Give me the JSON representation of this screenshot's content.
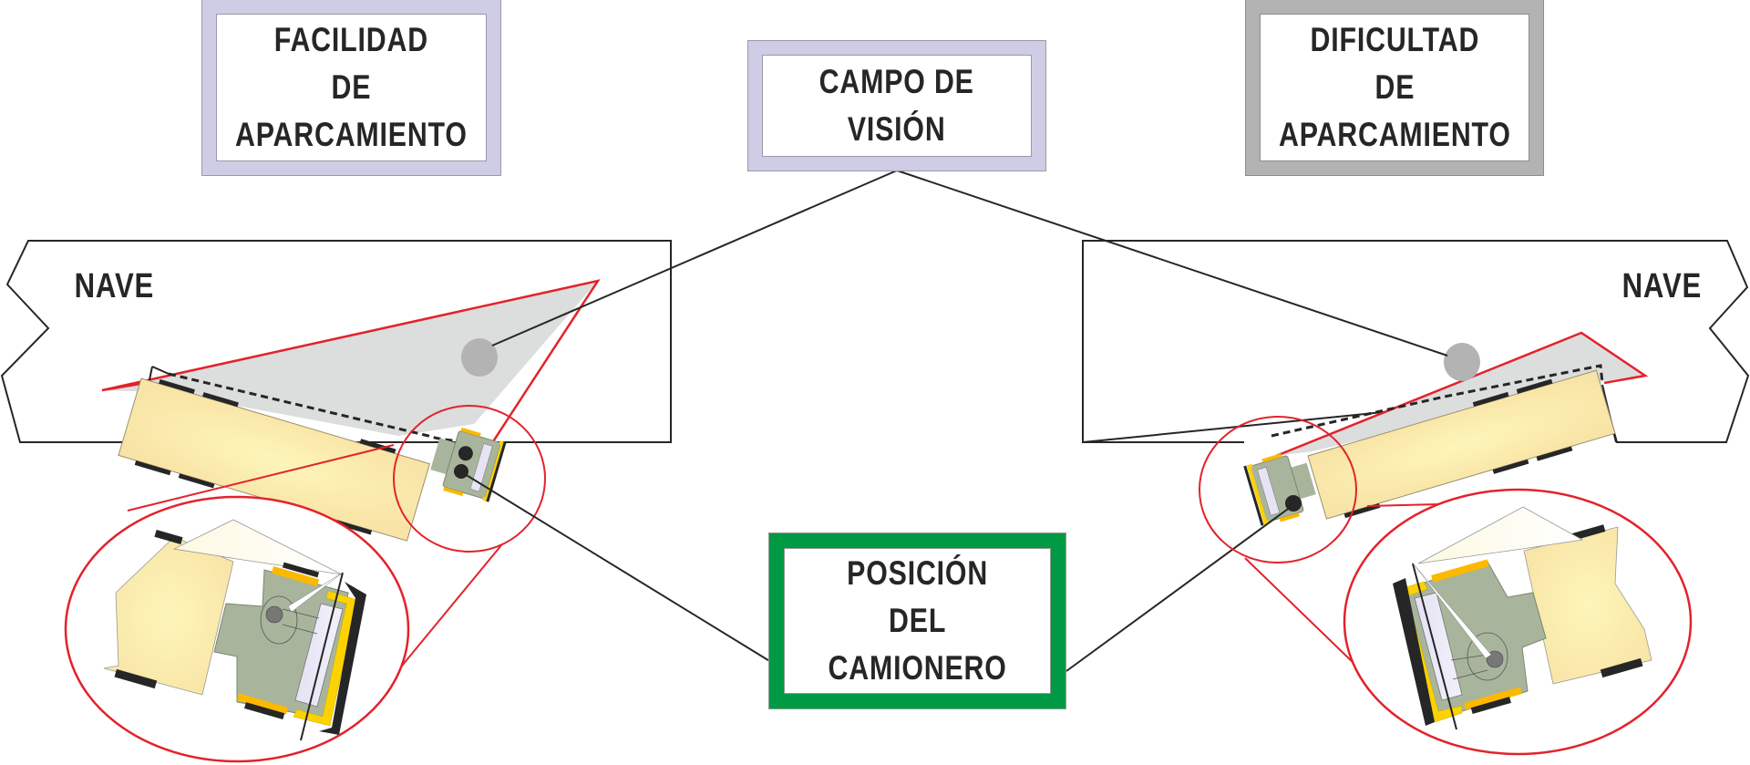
{
  "labels": {
    "facilidad": [
      "FACILIDAD",
      "DE",
      "APARCAMIENTO"
    ],
    "campo_vision": [
      "CAMPO DE",
      "VISIÓN"
    ],
    "dificultad": [
      "DIFICULTAD",
      "DE",
      "APARCAMIENTO"
    ],
    "posicion": [
      "POSICIÓN",
      "DEL",
      "CAMIONERO"
    ],
    "nave_left": "NAVE",
    "nave_right": "NAVE"
  },
  "colors": {
    "facilidad_border": "#cfcce6",
    "campo_border": "#cfcce6",
    "dificultad_border": "#b3b3b3",
    "posicion_border": "#009a44",
    "vision_fill": "#dcdddd",
    "vision_stroke": "#e3222b",
    "trailer": "#fbeeb0",
    "cab": "#a8b59c",
    "cab_trim": "#fcd200",
    "line": "#262626"
  }
}
